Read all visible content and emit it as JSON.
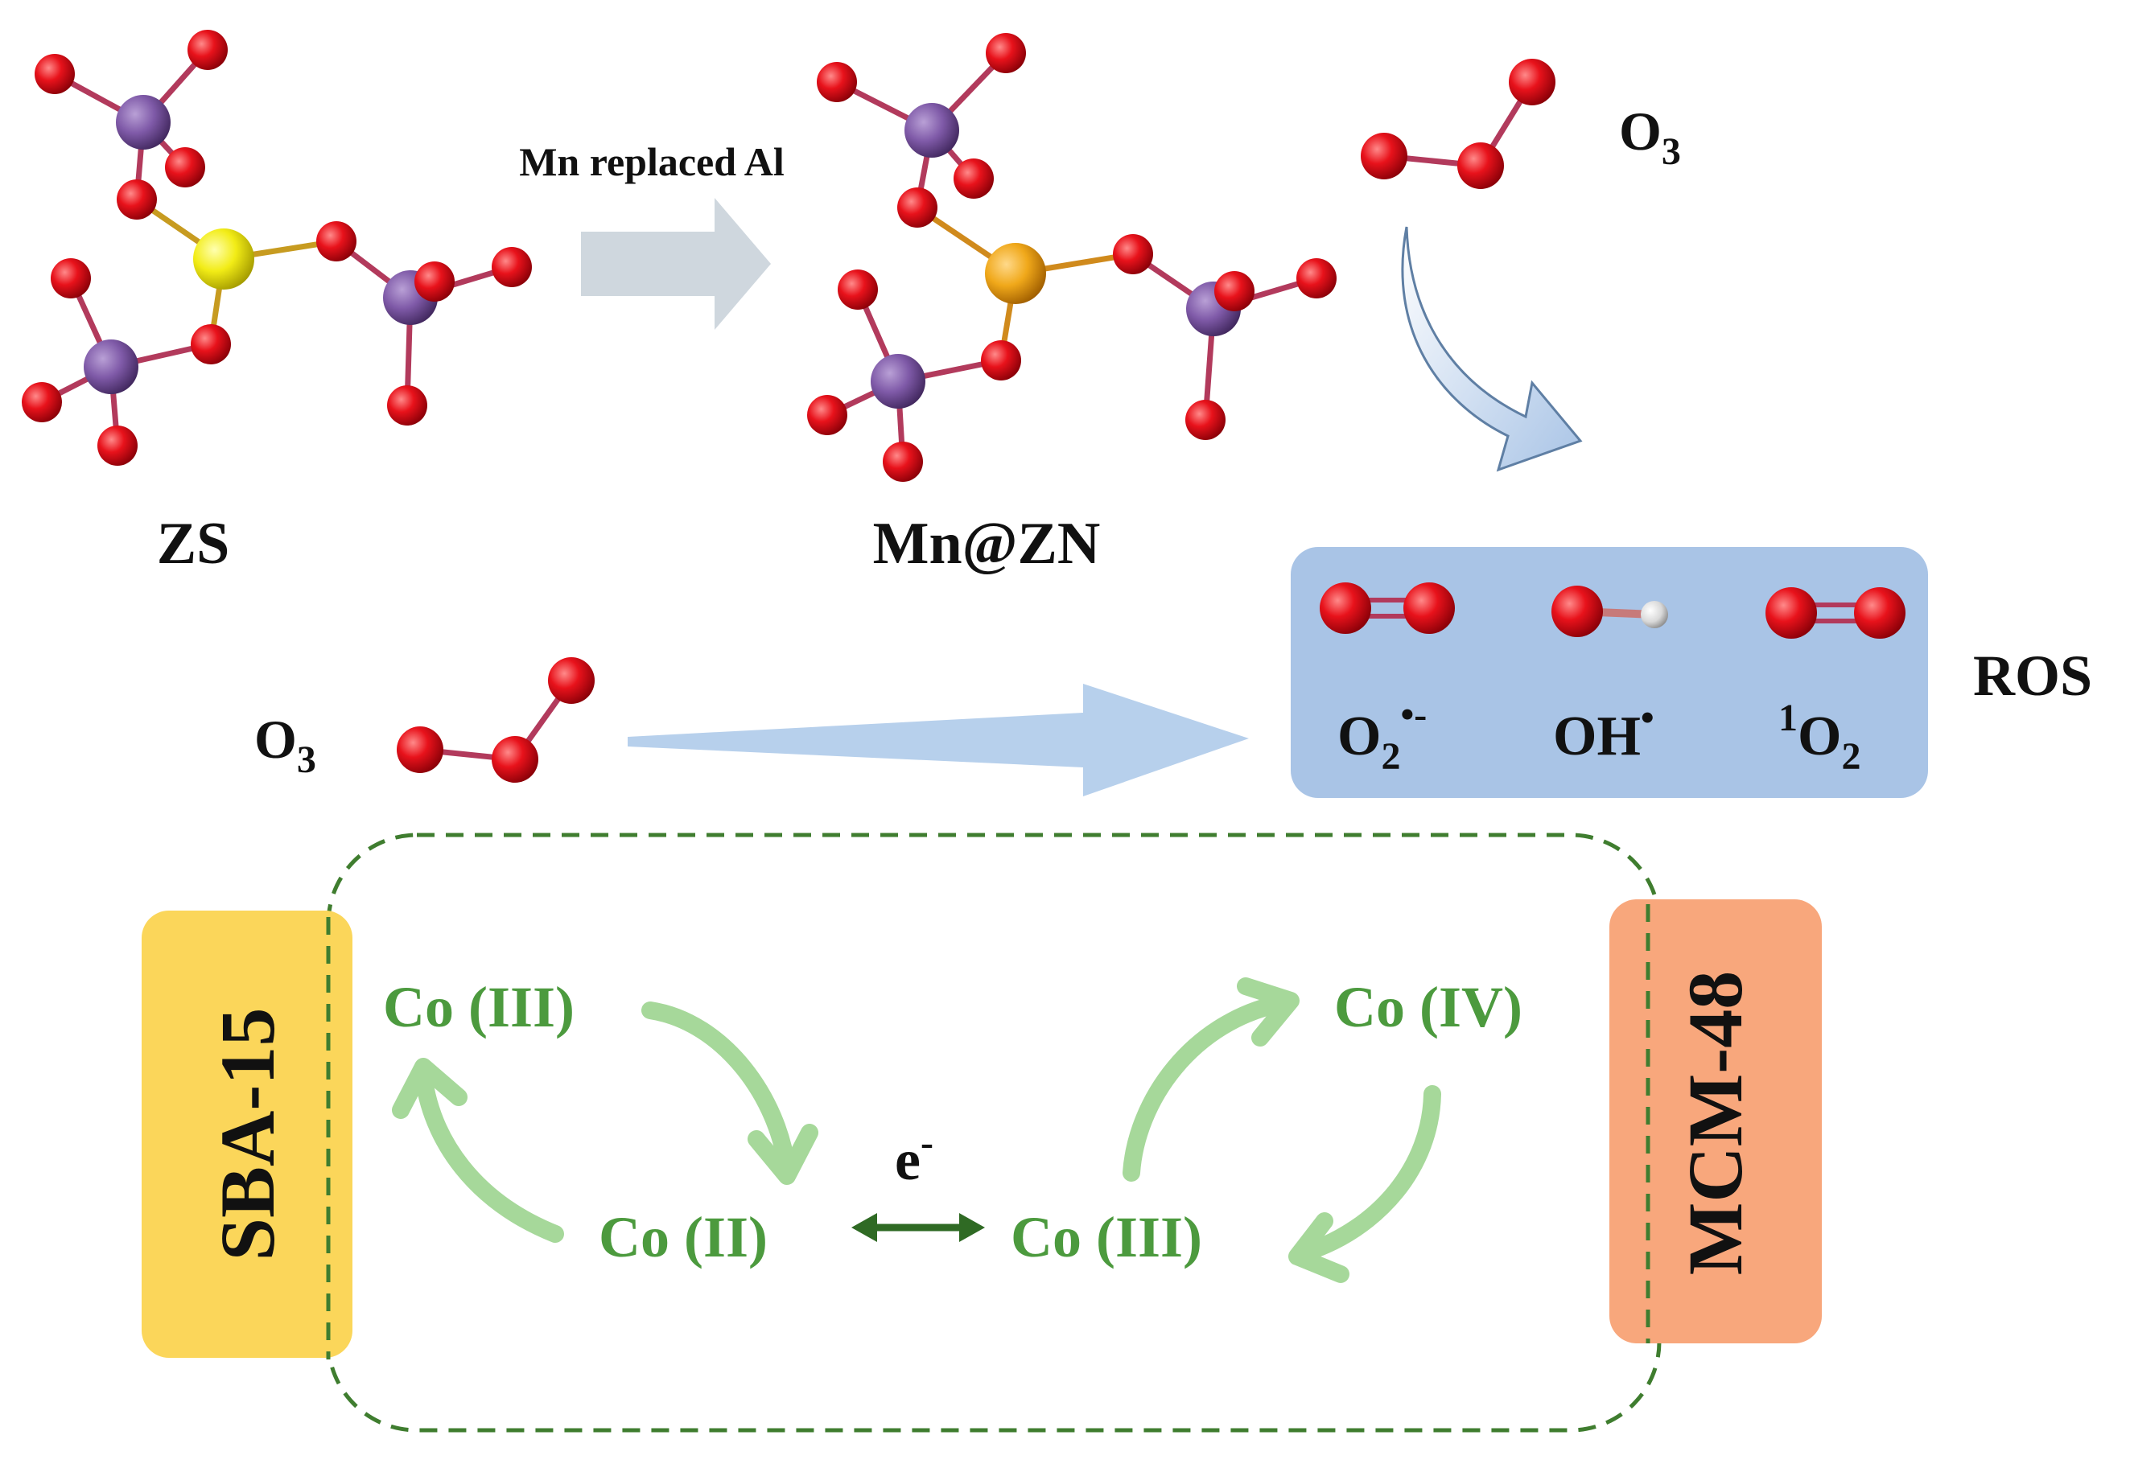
{
  "labels": {
    "zs": "ZS",
    "mn_zn": "Mn@ZN",
    "replace_arrow": "Mn replaced Al",
    "o3_top": {
      "base": "O",
      "sub": "3"
    },
    "o3_mid": {
      "base": "O",
      "sub": "3"
    },
    "ros": "ROS",
    "superoxide": {
      "base": "O",
      "sub": "2",
      "sup": "•-"
    },
    "hydroxyl": {
      "base": "OH",
      "sup": "•"
    },
    "singlet": {
      "pre": "1",
      "base": "O",
      "sub": "2"
    },
    "sba15": "SBA-15",
    "mcm48": "MCM-48",
    "co_iii_left": "Co (III)",
    "co_ii": "Co (II)",
    "co_iii_right": "Co (III)",
    "co_iv": "Co (IV)",
    "electron": {
      "base": "e",
      "sup": "-"
    }
  },
  "colors": {
    "oxygen": "#e8121b",
    "silicon": "#7f5aa8",
    "aluminum": "#f2ec16",
    "manganese": "#f0a81a",
    "hydrogen": "#d9d9d9",
    "ros_box": "#a9c4e6",
    "sba15_box": "#fbd65a",
    "mcm48_box": "#f8a77c",
    "cycle_green": "#4c9a3e",
    "cycle_arrow": "#a6d89a",
    "dark_arrow": "#2f6a24",
    "gray_arrow": "#cfd7de",
    "blue_arrow": "#b7d0ec",
    "dashed": "#3f7d2f"
  }
}
